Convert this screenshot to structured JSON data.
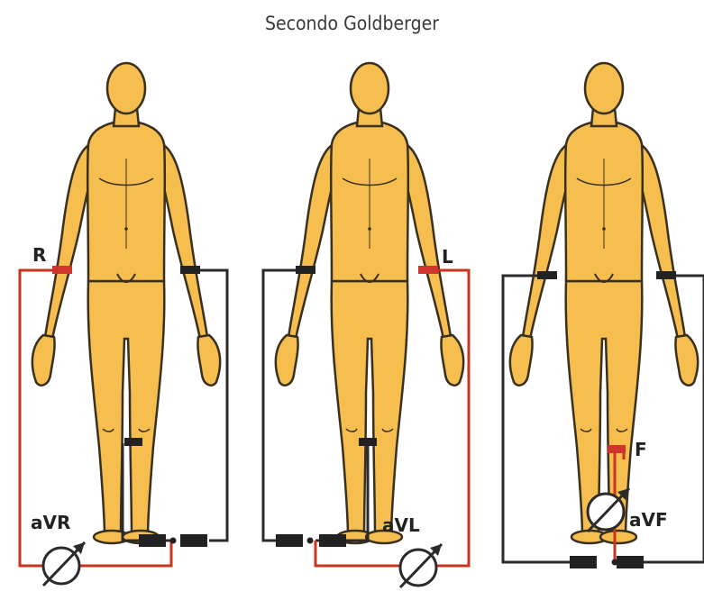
{
  "title": "Secondo Goldberger",
  "colors": {
    "skin": "#F5BE4E",
    "outline": "#3a3020",
    "active_wire": "#C8341F",
    "reference_wire": "#2b2b2b",
    "electrode_active": "#D0342C",
    "electrode_reference": "#222222"
  },
  "figures": [
    {
      "id": "avr",
      "electrode_label": "R",
      "lead_label": "aVR",
      "icon": "galvanometer-icon"
    },
    {
      "id": "avl",
      "electrode_label": "L",
      "lead_label": "aVL",
      "icon": "galvanometer-icon"
    },
    {
      "id": "avf",
      "electrode_label": "F",
      "lead_label": "aVF",
      "icon": "galvanometer-icon"
    }
  ]
}
